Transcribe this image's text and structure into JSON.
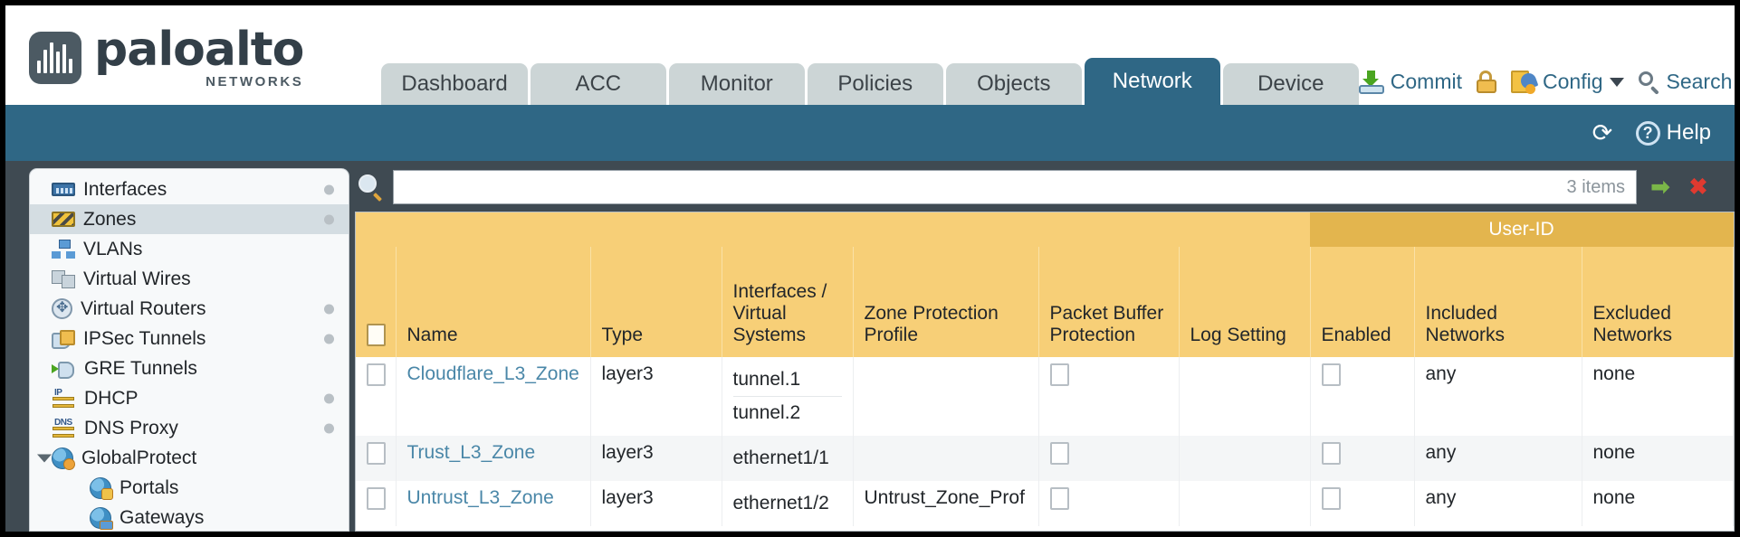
{
  "brand": {
    "name": "paloalto",
    "tagline": "NETWORKS",
    "registered": "®"
  },
  "tabs": [
    {
      "label": "Dashboard",
      "active": false
    },
    {
      "label": "ACC",
      "active": false
    },
    {
      "label": "Monitor",
      "active": false
    },
    {
      "label": "Policies",
      "active": false
    },
    {
      "label": "Objects",
      "active": false
    },
    {
      "label": "Network",
      "active": true
    },
    {
      "label": "Device",
      "active": false
    }
  ],
  "top_actions": {
    "commit": "Commit",
    "config": "Config",
    "search": "Search"
  },
  "utility_bar": {
    "help": "Help"
  },
  "sidebar": {
    "items": [
      {
        "label": "Interfaces",
        "icon": "interfaces-icon",
        "selected": false,
        "dot": true,
        "child": false
      },
      {
        "label": "Zones",
        "icon": "zones-icon",
        "selected": true,
        "dot": true,
        "child": false
      },
      {
        "label": "VLANs",
        "icon": "vlans-icon",
        "selected": false,
        "dot": false,
        "child": false
      },
      {
        "label": "Virtual Wires",
        "icon": "virtual-wires-icon",
        "selected": false,
        "dot": false,
        "child": false
      },
      {
        "label": "Virtual Routers",
        "icon": "virtual-routers-icon",
        "selected": false,
        "dot": true,
        "child": false
      },
      {
        "label": "IPSec Tunnels",
        "icon": "ipsec-tunnels-icon",
        "selected": false,
        "dot": true,
        "child": false
      },
      {
        "label": "GRE Tunnels",
        "icon": "gre-tunnels-icon",
        "selected": false,
        "dot": false,
        "child": false
      },
      {
        "label": "DHCP",
        "icon": "dhcp-icon",
        "selected": false,
        "dot": true,
        "child": false
      },
      {
        "label": "DNS Proxy",
        "icon": "dns-proxy-icon",
        "selected": false,
        "dot": true,
        "child": false
      },
      {
        "label": "GlobalProtect",
        "icon": "globalprotect-icon",
        "selected": false,
        "dot": false,
        "child": false,
        "expander": true
      },
      {
        "label": "Portals",
        "icon": "portals-icon",
        "selected": false,
        "dot": false,
        "child": true
      },
      {
        "label": "Gateways",
        "icon": "gateways-icon",
        "selected": false,
        "dot": false,
        "child": true
      }
    ]
  },
  "search": {
    "value": "",
    "placeholder": "",
    "items_count": "3 items",
    "apply_label": "➡",
    "clear_label": "✖"
  },
  "table": {
    "group_header": "User-ID",
    "columns": [
      "Name",
      "Type",
      "Interfaces / Virtual Systems",
      "Zone Protection Profile",
      "Packet Buffer Protection",
      "Log Setting",
      "Enabled",
      "Included Networks",
      "Excluded Networks"
    ],
    "rows": [
      {
        "selected": false,
        "name": "Cloudflare_L3_Zone",
        "type": "layer3",
        "interfaces": [
          "tunnel.1",
          "tunnel.2"
        ],
        "zone_protection_profile": "",
        "packet_buffer_protection": false,
        "log_setting": "",
        "userid_enabled": false,
        "included_networks": "any",
        "excluded_networks": "none"
      },
      {
        "selected": false,
        "name": "Trust_L3_Zone",
        "type": "layer3",
        "interfaces": [
          "ethernet1/1"
        ],
        "zone_protection_profile": "",
        "packet_buffer_protection": false,
        "log_setting": "",
        "userid_enabled": false,
        "included_networks": "any",
        "excluded_networks": "none"
      },
      {
        "selected": false,
        "name": "Untrust_L3_Zone",
        "type": "layer3",
        "interfaces": [
          "ethernet1/2"
        ],
        "zone_protection_profile": "Untrust_Zone_Prof",
        "packet_buffer_protection": false,
        "log_setting": "",
        "userid_enabled": false,
        "included_networks": "any",
        "excluded_networks": "none"
      }
    ]
  },
  "colors": {
    "brand_blue": "#2f6785",
    "chrome_slate": "#3f4a52",
    "table_header_amber": "#f7cf77",
    "group_header_amber": "#e3b54e",
    "link_blue": "#4a87a8",
    "tab_inactive": "#ccd5d6"
  }
}
